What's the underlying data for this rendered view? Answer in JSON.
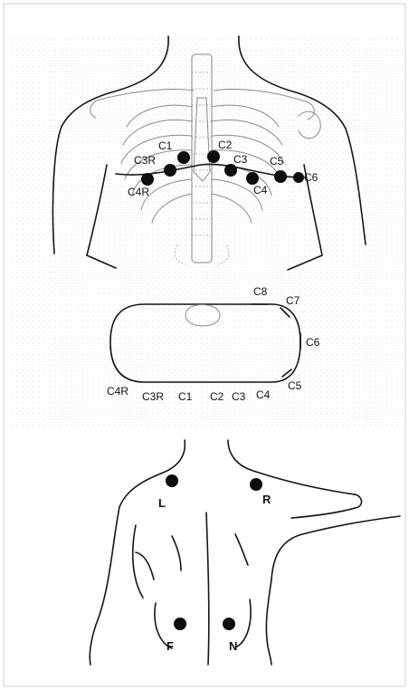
{
  "colors": {
    "ink": "#111111",
    "electrode": "#0d0d0d",
    "paper": "#ffffff",
    "stipple": "#d2d2d2"
  },
  "chest": {
    "electrodes": [
      {
        "id": "C1",
        "label": "C1"
      },
      {
        "id": "C2",
        "label": "C2"
      },
      {
        "id": "C3R",
        "label": "C3R"
      },
      {
        "id": "C3",
        "label": "C3"
      },
      {
        "id": "C4R",
        "label": "C4R"
      },
      {
        "id": "C4",
        "label": "C4"
      },
      {
        "id": "C5",
        "label": "C5"
      },
      {
        "id": "C6",
        "label": "C6"
      }
    ]
  },
  "cross_section": {
    "labels": [
      {
        "id": "C8",
        "label": "C8"
      },
      {
        "id": "C7",
        "label": "C7"
      },
      {
        "id": "C6",
        "label": "C6"
      },
      {
        "id": "C5",
        "label": "C5"
      },
      {
        "id": "C4R",
        "label": "C4R"
      },
      {
        "id": "C3R",
        "label": "C3R"
      },
      {
        "id": "C1",
        "label": "C1"
      },
      {
        "id": "C2",
        "label": "C2"
      },
      {
        "id": "C3",
        "label": "C3"
      },
      {
        "id": "C4",
        "label": "C4"
      }
    ]
  },
  "back": {
    "electrodes": [
      {
        "id": "L",
        "label": "L"
      },
      {
        "id": "R",
        "label": "R"
      },
      {
        "id": "F",
        "label": "F"
      },
      {
        "id": "N",
        "label": "N"
      }
    ]
  }
}
